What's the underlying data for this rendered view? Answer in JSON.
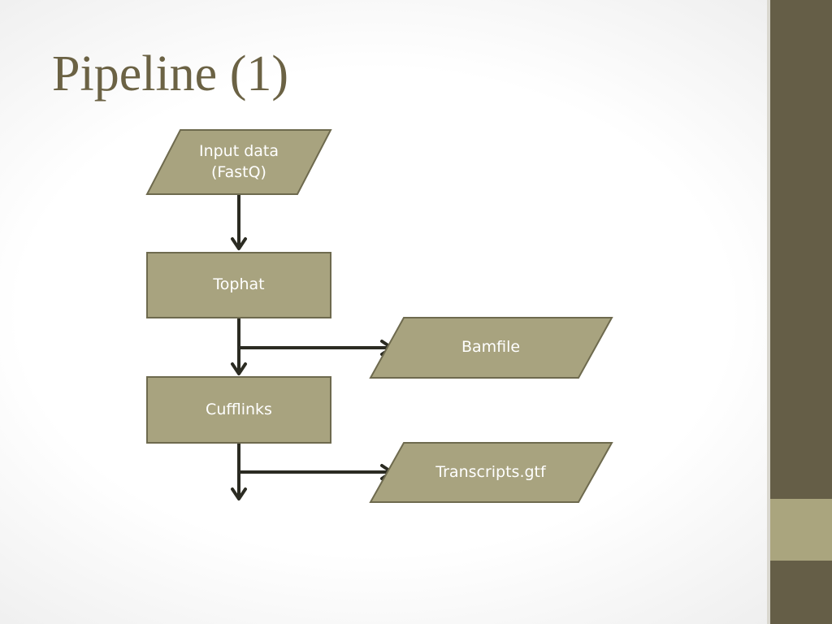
{
  "slide": {
    "title": "Pipeline (1)"
  },
  "colors": {
    "title": "#6b6244",
    "node_fill": "#a8a37f",
    "node_border": "#6e6a4e",
    "arrow": "#2b2b22",
    "sidebar": "#655e47",
    "sidebar_accent": "#aaa57e"
  },
  "diagram": {
    "nodes": [
      {
        "id": "input",
        "shape": "parallelogram",
        "label": "Input data\n(FastQ)"
      },
      {
        "id": "tophat",
        "shape": "rectangle",
        "label": "Tophat"
      },
      {
        "id": "bamfile",
        "shape": "parallelogram",
        "label": "Bamfile"
      },
      {
        "id": "cufflinks",
        "shape": "rectangle",
        "label": "Cufflinks"
      },
      {
        "id": "transcripts",
        "shape": "parallelogram",
        "label": "Transcripts.gtf"
      }
    ],
    "edges": [
      {
        "from": "input",
        "to": "tophat"
      },
      {
        "from": "tophat",
        "to": "cufflinks"
      },
      {
        "from": "tophat",
        "to": "bamfile"
      },
      {
        "from": "cufflinks",
        "to": "transcripts"
      },
      {
        "from": "cufflinks",
        "to": "next-step"
      }
    ]
  }
}
